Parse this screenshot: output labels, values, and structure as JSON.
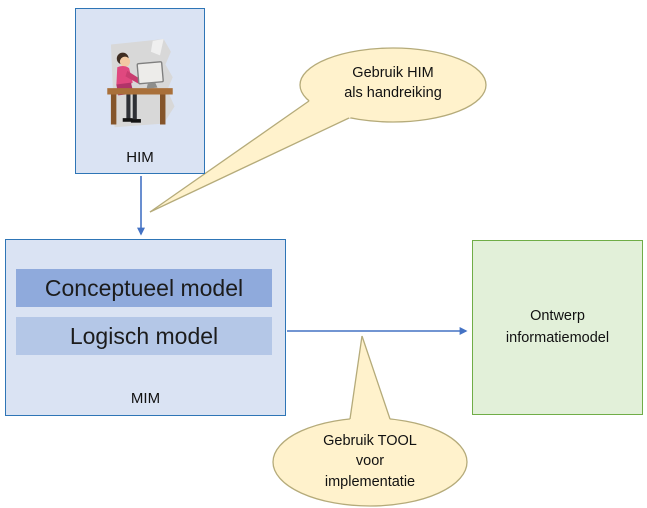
{
  "him_panel": {
    "label": "HIM"
  },
  "mim_panel": {
    "label": "MIM",
    "conceptueel": "Conceptueel model",
    "logisch": "Logisch model"
  },
  "ontwerp_panel": {
    "label": "Ontwerp\ninformatiemodel"
  },
  "callouts": {
    "him": "Gebruik HIM\nals handreiking",
    "tool": "Gebruik TOOL\nvoor\nimplementatie"
  },
  "colors": {
    "panel_fill": "#dae3f3",
    "panel_border": "#2e75b6",
    "conceptueel_fill": "#8faadc",
    "logisch_fill": "#b4c7e7",
    "ontwerp_fill": "#e2f0d9",
    "ontwerp_border": "#70ad47",
    "callout_fill": "#fff2cc",
    "callout_border": "#b5ab7a",
    "arrow": "#4472c4"
  }
}
